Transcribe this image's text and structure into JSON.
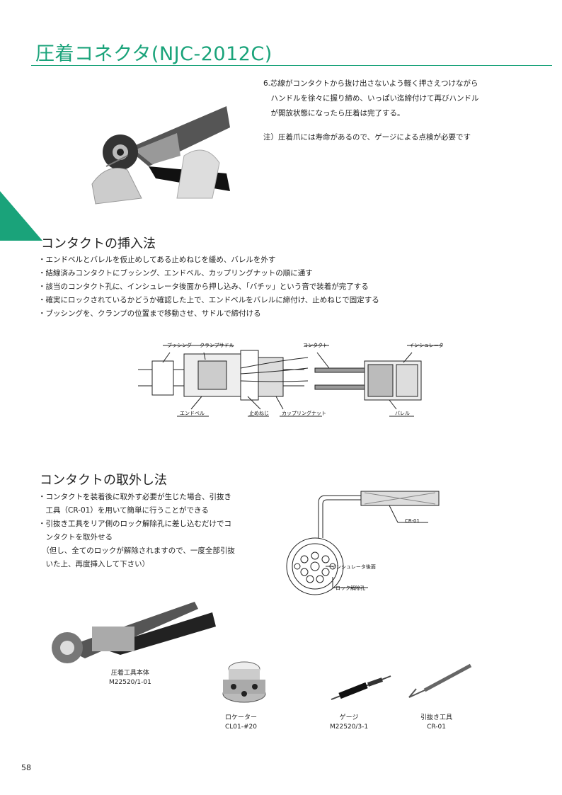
{
  "title": "圧着コネクタ(NJC-2012C)",
  "step6": {
    "lines": [
      "6.芯線がコンタクトから抜け出さないよう軽く押さえつけながら",
      "　ハンドルを徐々に握り締め、いっぱい迄締付けて再びハンドル",
      "　が開放状態になったら圧着は完了する。"
    ],
    "note": "注）圧着爪には寿命があるので、ゲージによる点検が必要です"
  },
  "insertion": {
    "heading": "コンタクトの挿入法",
    "bullets": [
      "・エンドベルとバレルを仮止めしてある止めねじを緩め、バレルを外す",
      "・結線済みコンタクトにブッシング、エンドベル、カップリングナットの順に通す",
      "・該当のコンタクト孔に、インシュレータ後面から押し込み、「バチッ」という音で装着が完了する",
      "・確実にロックされているかどうか確認した上で、エンドベルをバレルに締付け、止めねじで固定する",
      "・ブッシングを、クランプの位置まで移動させ、サドルで締付ける"
    ],
    "labels": {
      "bushing": "ブッシング",
      "clamp_saddle": "クランプサドル",
      "contact": "コンタクト",
      "insulator": "インシュレータ",
      "endbell": "エンドベル",
      "set_screw": "止めねじ",
      "coupling_nut": "カップリングナット",
      "barrel": "バレル"
    }
  },
  "removal": {
    "heading": "コンタクトの取外し法",
    "bullets": [
      "・コンタクトを装着後に取外す必要が生じた場合、引抜き",
      "　工具（CR-01）を用いて簡単に行うことができる",
      "・引抜き工具をリア側のロック解除孔に差し込むだけでコ",
      "　ンタクトを取外せる",
      "　（但し、全てのロックが解除されますので、一度全部引抜",
      "　いた上、再度挿入して下さい）"
    ],
    "labels": {
      "tool": "CR-01",
      "insulator_rear": "インシュレータ後面",
      "lock_release": "ロック解除孔"
    }
  },
  "products": [
    {
      "name": "圧着工具本体",
      "code": "M22520/1-01"
    },
    {
      "name": "ロケーター",
      "code": "CL01-#20"
    },
    {
      "name": "ゲージ",
      "code": "M22520/3-1"
    },
    {
      "name": "引抜き工具",
      "code": "CR-01"
    }
  ],
  "page_number": "58",
  "colors": {
    "accent": "#1aa37a"
  }
}
